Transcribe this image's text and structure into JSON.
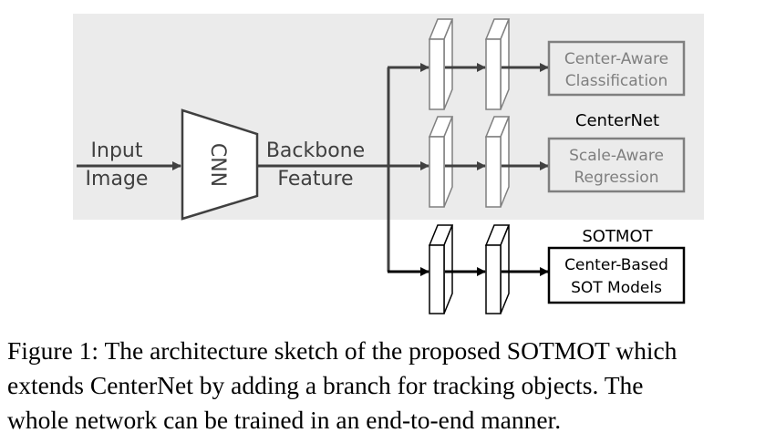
{
  "diagram": {
    "input_line1": "Input",
    "input_line2": "Image",
    "cnn_label": "CNN",
    "feature_line1": "Backbone",
    "feature_line2": "Feature",
    "centernet_label": "CenterNet",
    "sotmot_label": "SOTMOT",
    "cls_line1": "Center-Aware",
    "cls_line2": "Classification",
    "reg_line1": "Scale-Aware",
    "reg_line2": "Regression",
    "sot_line1": "Center-Based",
    "sot_line2": "SOT Models"
  },
  "caption": {
    "line1": "Figure 1: The architecture sketch of the proposed SOTMOT which",
    "line2": "extends CenterNet by adding a branch for tracking objects. The",
    "line3": "whole network can be trained in an end-to-end manner."
  },
  "colors": {
    "panel": "#ebebeb",
    "gray_stroke": "#7f7f7f",
    "arrow": "#404040",
    "black": "#000000"
  }
}
